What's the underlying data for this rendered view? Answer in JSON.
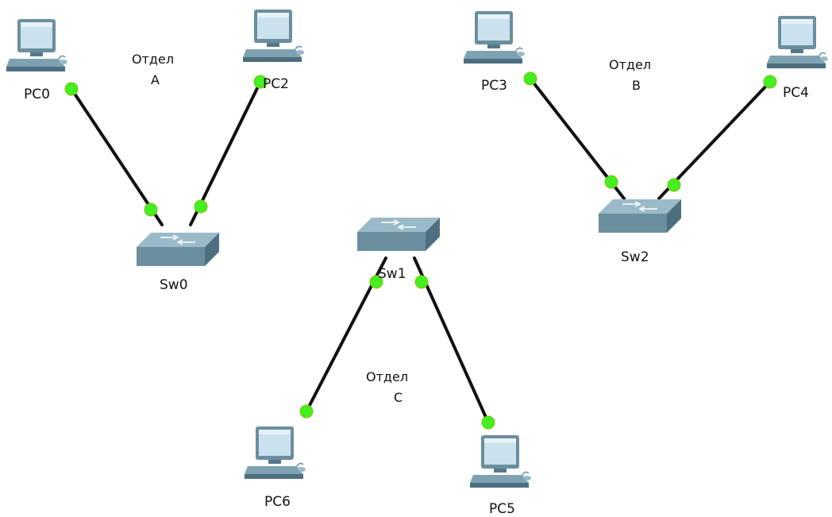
{
  "colors": {
    "link": "#111111",
    "port_up": "#44ee22",
    "pc_screen": "#c9e2ee",
    "device_body": "#6b8e9e",
    "switch_top": "#9bbac8"
  },
  "icons": {
    "pc": "desktop-computer-icon",
    "switch": "network-switch-icon"
  },
  "devices": [
    {
      "id": "PC0",
      "type": "pc",
      "label": "PC0"
    },
    {
      "id": "PC2",
      "type": "pc",
      "label": "PC2"
    },
    {
      "id": "PC3",
      "type": "pc",
      "label": "PC3"
    },
    {
      "id": "PC4",
      "type": "pc",
      "label": "PC4"
    },
    {
      "id": "PC5",
      "type": "pc",
      "label": "PC5"
    },
    {
      "id": "PC6",
      "type": "pc",
      "label": "PC6"
    },
    {
      "id": "Sw0",
      "type": "switch",
      "label": "Sw0"
    },
    {
      "id": "Sw1",
      "type": "switch",
      "label": "Sw1"
    },
    {
      "id": "Sw2",
      "type": "switch",
      "label": "Sw2"
    }
  ],
  "links": [
    {
      "from": "PC0",
      "to": "Sw0"
    },
    {
      "from": "PC2",
      "to": "Sw0"
    },
    {
      "from": "PC3",
      "to": "Sw2"
    },
    {
      "from": "PC4",
      "to": "Sw2"
    },
    {
      "from": "PC6",
      "to": "Sw1"
    },
    {
      "from": "PC5",
      "to": "Sw1"
    }
  ],
  "departments": [
    {
      "line1": "Отдел",
      "line2": "A"
    },
    {
      "line1": "Отдел",
      "line2": "B"
    },
    {
      "line1": "Отдел",
      "line2": "C"
    }
  ]
}
